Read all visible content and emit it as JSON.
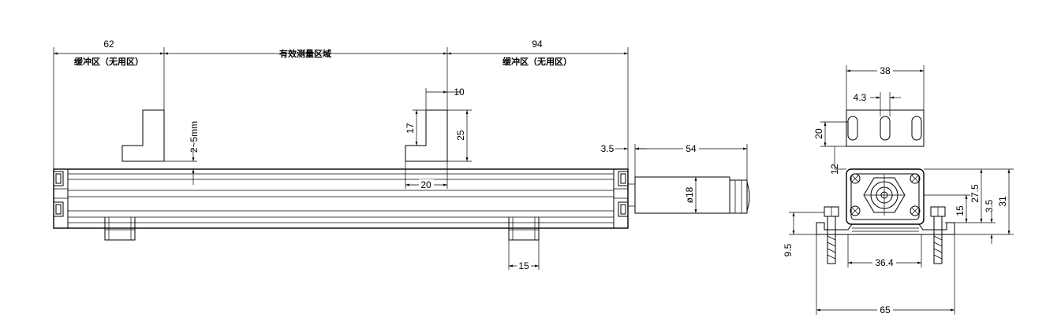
{
  "side_view": {
    "dim_left": "62",
    "label_left": "缓冲区（无用区）",
    "label_center": "有效测量区域",
    "dim_right": "94",
    "label_right": "缓冲区（无用区）",
    "dim_gap": "2~5mm",
    "dim_10": "10",
    "dim_17": "17",
    "dim_25": "25",
    "dim_20": "20",
    "dim_15": "15",
    "dim_3_5": "3.5",
    "dim_54": "54",
    "dim_d18": "ø18"
  },
  "end_view": {
    "dim_38": "38",
    "dim_4_3": "4.3",
    "dim_20": "20",
    "dim_12": "12",
    "dim_27_5": "27.5",
    "dim_31": "31",
    "dim_15": "15",
    "dim_3_5": "3.5",
    "dim_9_5": "9.5",
    "dim_36_4": "36.4",
    "dim_65": "65"
  }
}
